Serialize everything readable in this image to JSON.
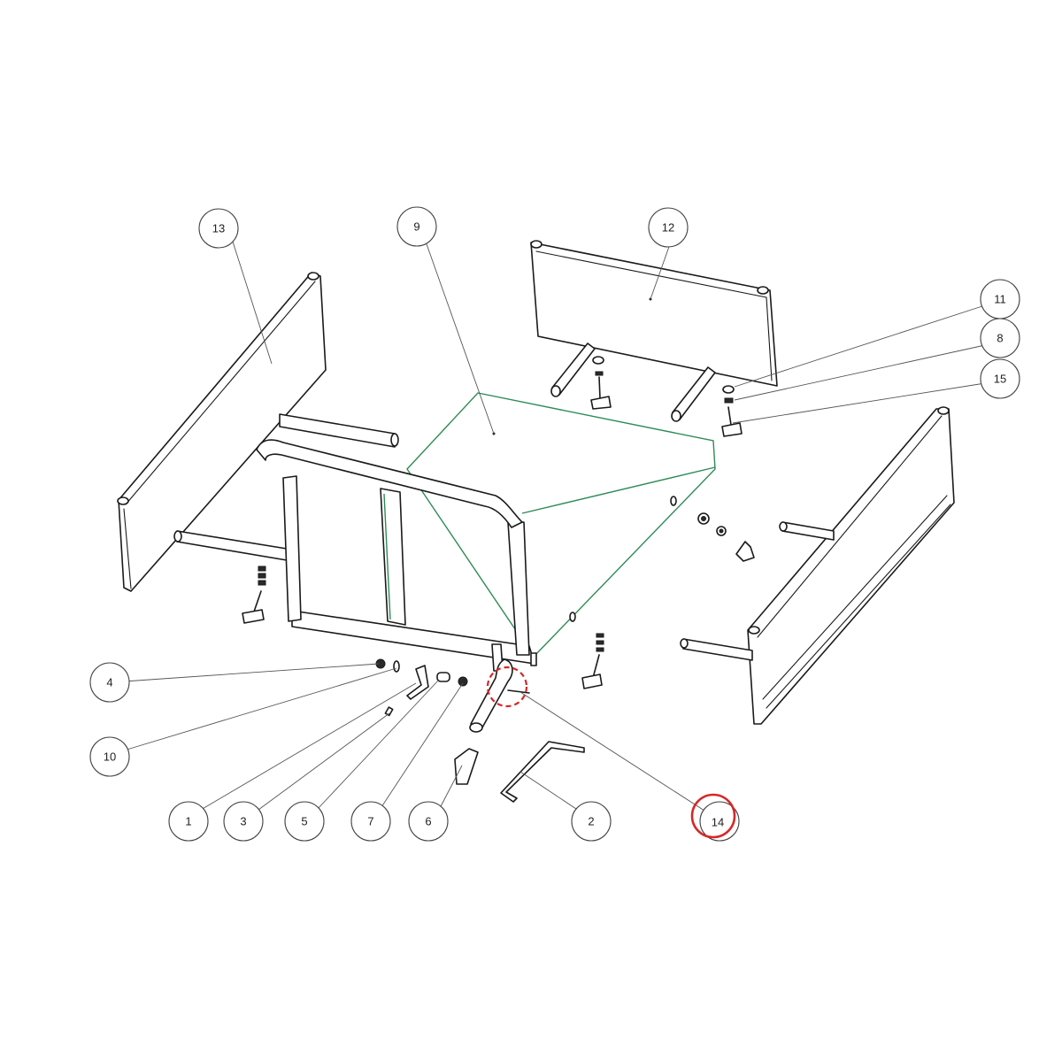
{
  "callouts": [
    {
      "id": "1",
      "label": "1"
    },
    {
      "id": "2",
      "label": "2"
    },
    {
      "id": "3",
      "label": "3"
    },
    {
      "id": "4",
      "label": "4"
    },
    {
      "id": "5",
      "label": "5"
    },
    {
      "id": "6",
      "label": "6"
    },
    {
      "id": "7",
      "label": "7"
    },
    {
      "id": "8",
      "label": "8"
    },
    {
      "id": "9",
      "label": "9"
    },
    {
      "id": "10",
      "label": "10"
    },
    {
      "id": "11",
      "label": "11"
    },
    {
      "id": "12",
      "label": "12"
    },
    {
      "id": "13",
      "label": "13"
    },
    {
      "id": "14",
      "label": "14"
    },
    {
      "id": "15",
      "label": "15"
    }
  ],
  "highlight": {
    "callout": "14",
    "color": "#d62728"
  },
  "colors": {
    "line": "#1a1a1a",
    "panel_edge": "#2e8b57",
    "highlight": "#d62728"
  }
}
